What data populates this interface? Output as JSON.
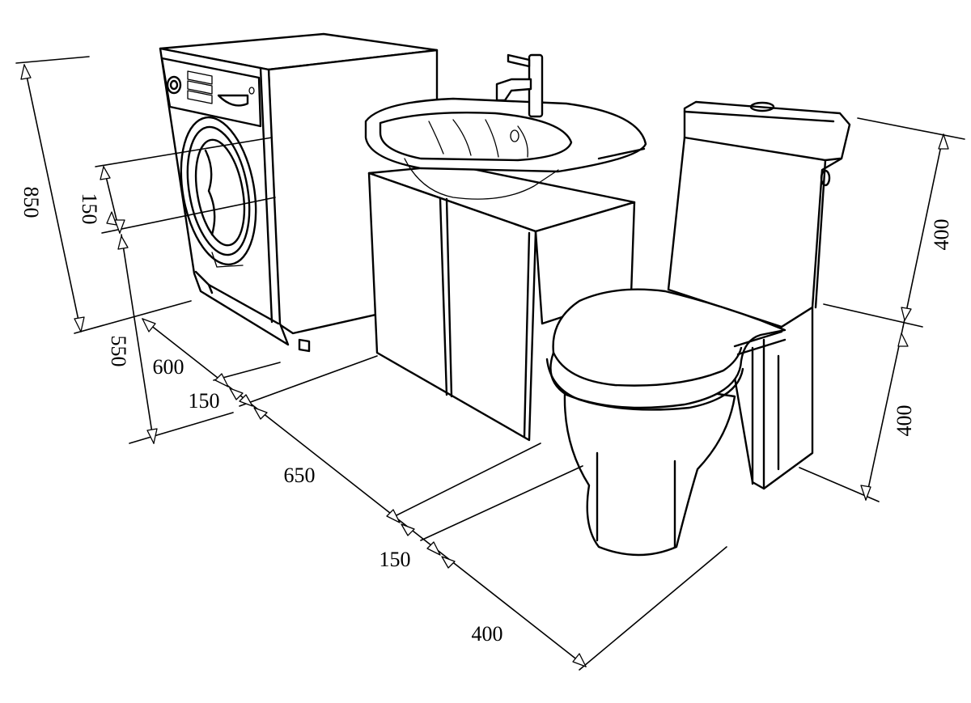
{
  "diagram": {
    "items": [
      "washing-machine",
      "sink-vanity",
      "toilet"
    ],
    "dimensions": {
      "washer_height": "850",
      "washer_top_offset": "150",
      "washer_side_height": "550",
      "washer_width": "600",
      "gap_washer_to_sink": "150",
      "sink_width": "650",
      "gap_sink_to_toilet": "150",
      "toilet_width": "400",
      "toilet_tank_height": "400",
      "toilet_bowl_height": "400"
    },
    "colors": {
      "line": "#000000",
      "background": "#ffffff"
    }
  }
}
